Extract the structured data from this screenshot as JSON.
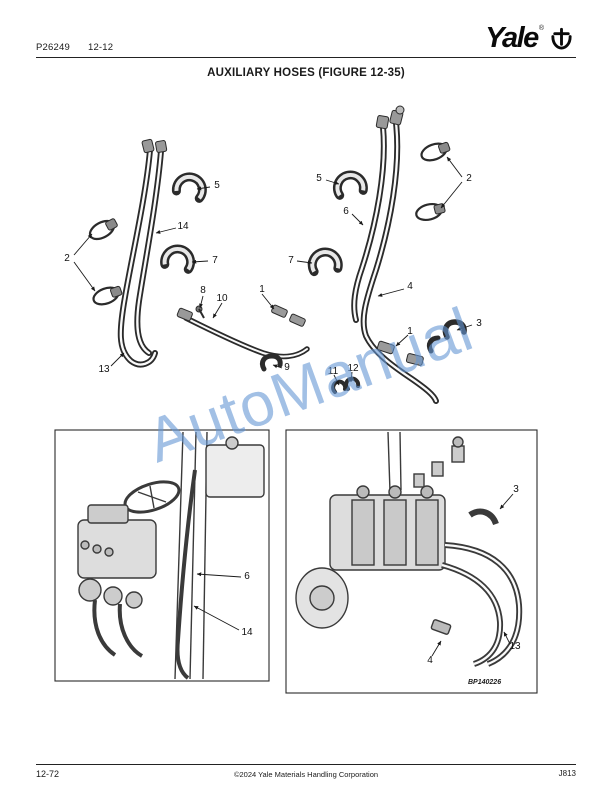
{
  "header": {
    "part_number": "P26249",
    "doc_code": "12-12"
  },
  "brand": {
    "name": "Yale",
    "reg": "®"
  },
  "figure": {
    "title": "AUXILIARY HOSES (FIGURE 12-35)",
    "code": "BP140226"
  },
  "watermark": {
    "text": "AutoManual"
  },
  "callouts": [
    "5",
    "14",
    "2",
    "7",
    "13",
    "8",
    "10",
    "1",
    "9",
    "11",
    "12",
    "5",
    "2",
    "6",
    "7",
    "4",
    "1",
    "3",
    "6",
    "14",
    "3",
    "4",
    "13"
  ],
  "footer": {
    "page_number": "12-72",
    "copyright": "©2024 Yale Materials Handling Corporation",
    "doc_id": "J813"
  }
}
